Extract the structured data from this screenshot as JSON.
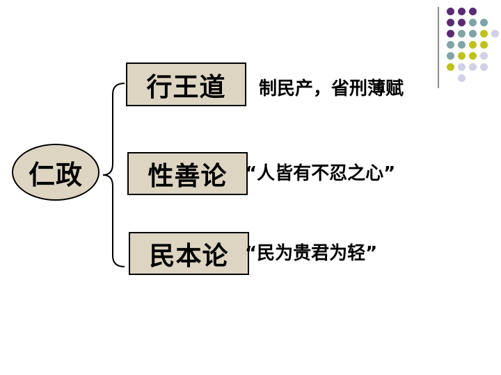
{
  "root": {
    "label": "仁政"
  },
  "branches": [
    {
      "label": "行王道",
      "description": "制民产，省刑薄赋"
    },
    {
      "label": "性善论",
      "description": "“人皆有不忍之心”"
    },
    {
      "label": "民本论",
      "description": "“民为贵君为轻”"
    }
  ],
  "colors": {
    "box_fill": "#ddd5c2",
    "dot_purple": "#5a2a72",
    "dot_teal": "#7fa4a8",
    "dot_yellow": "#bfc21c",
    "dot_lavender": "#d0d0e6"
  }
}
